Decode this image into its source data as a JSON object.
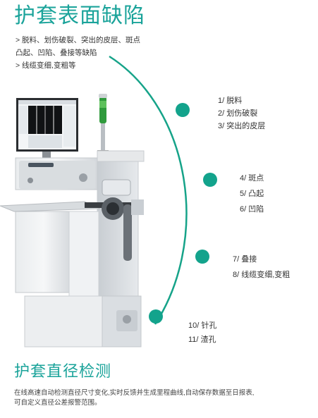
{
  "header": {
    "title": "护套表面缺陷",
    "intro_lines": [
      "> 脱料、划伤破裂、突出的皮层、斑点",
      "凸起、凹陷、叠接等缺陷",
      "> 线缆变细,变粗等"
    ]
  },
  "defect_groups": [
    {
      "items": [
        "1/ 脱料",
        "2/ 划伤破裂",
        "3/ 突出的皮层"
      ]
    },
    {
      "items": [
        "4/ 斑点",
        "5/ 凸起",
        "6/ 凹陷"
      ]
    },
    {
      "items": [
        "7/ 叠接",
        "8/ 线缆变细,变粗"
      ]
    },
    {
      "items": [
        "10/ 针孔",
        "11/ 渣孔"
      ]
    }
  ],
  "section2": {
    "title": "护套直径检测",
    "desc_lines": [
      "在线高速自动检测直径尺寸变化,实时反馈并生成里程曲线,自动保存数据至日报表,",
      "可自定义直径公差报警范围。"
    ]
  },
  "colors": {
    "accent": "#1aa39a",
    "dot": "#13a38c"
  }
}
